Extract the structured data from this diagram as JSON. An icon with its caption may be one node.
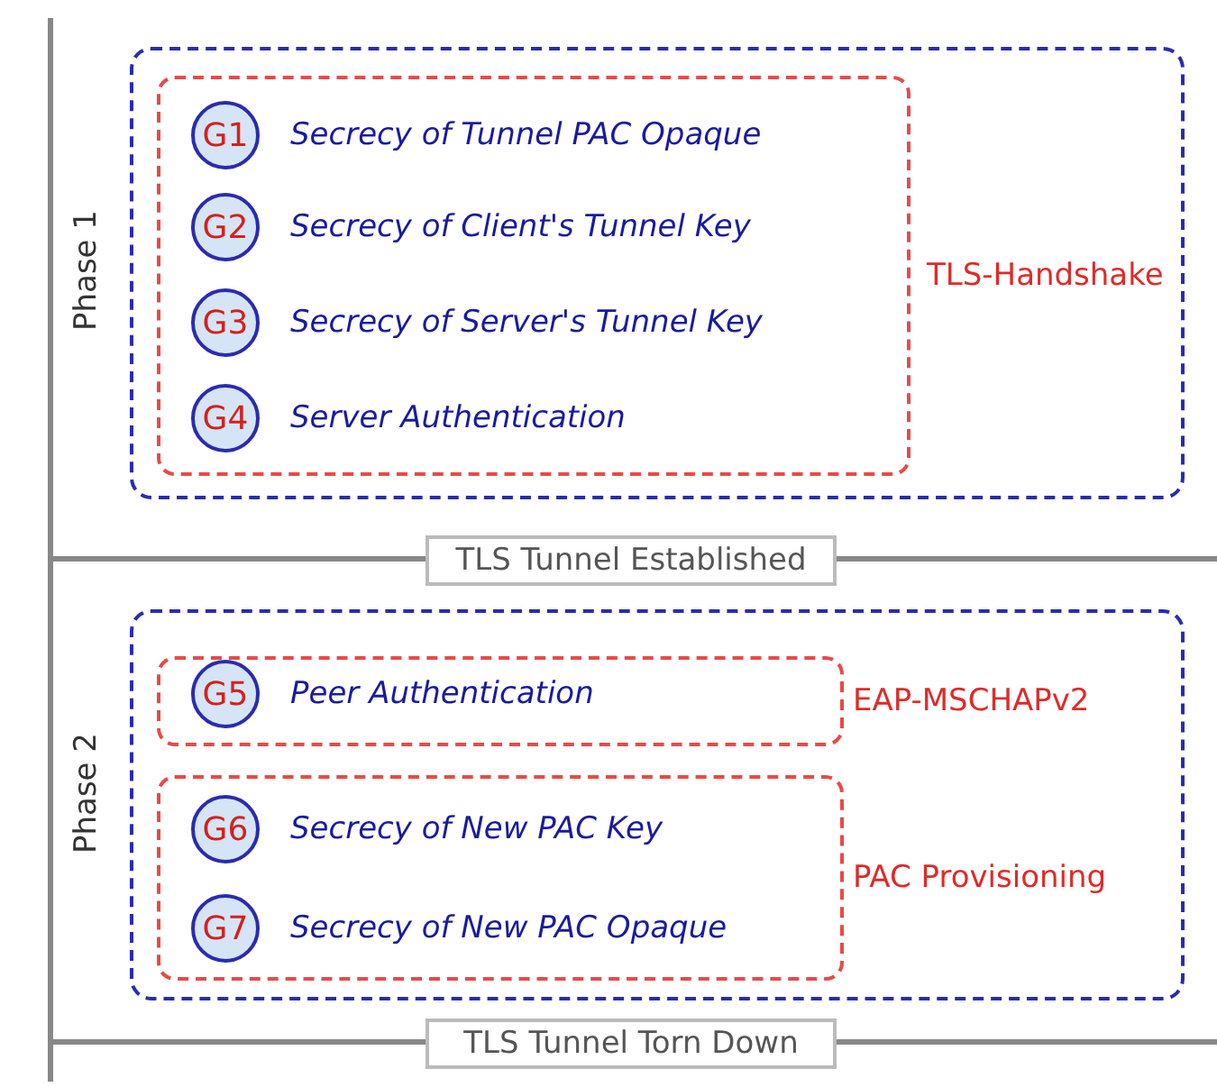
{
  "diagram": {
    "nodes": [
      {
        "text": [],
        "shape": "box"
      },
      {
        "text": [
          "TLS-Handshake"
        ],
        "in": 0
      },
      {
        "text": [
          "G1"
        ],
        "in": 1,
        "beside": [
          "Secrecy of Tunnel PAC Opaque"
        ]
      },
      {
        "text": [
          "G2"
        ],
        "in": 1,
        "beside": [
          "Secrecy of Client's Tunnel Key"
        ]
      },
      {
        "text": [
          "G3"
        ],
        "in": 1,
        "beside": [
          "Secrecy of Server's Tunnel Key"
        ]
      },
      {
        "text": [
          "G4"
        ],
        "in": 1,
        "beside": [
          "Server Authentication"
        ]
      },
      {
        "text": [
          "TLS Tunnel Established"
        ]
      },
      {
        "text": [],
        "shape": "box"
      },
      {
        "text": [
          "EAP-MSCHAPv2"
        ],
        "in": 7
      },
      {
        "text": [
          "G5"
        ],
        "in": 8,
        "beside": [
          "Peer Authentication"
        ]
      },
      {
        "text": [
          "PAC Provisioning"
        ],
        "in": 7
      },
      {
        "text": [
          "G6"
        ],
        "in": 10,
        "beside": [
          "Secrecy of New PAC Key"
        ]
      },
      {
        "text": [
          "G7"
        ],
        "in": 10,
        "beside": [
          "Secrecy of New PAC Opaque"
        ]
      },
      {
        "text": [
          "TLS Tunnel Torn Down"
        ]
      }
    ],
    "edges": [],
    "labels": [
      "Phase 1",
      "Phase 2"
    ]
  }
}
